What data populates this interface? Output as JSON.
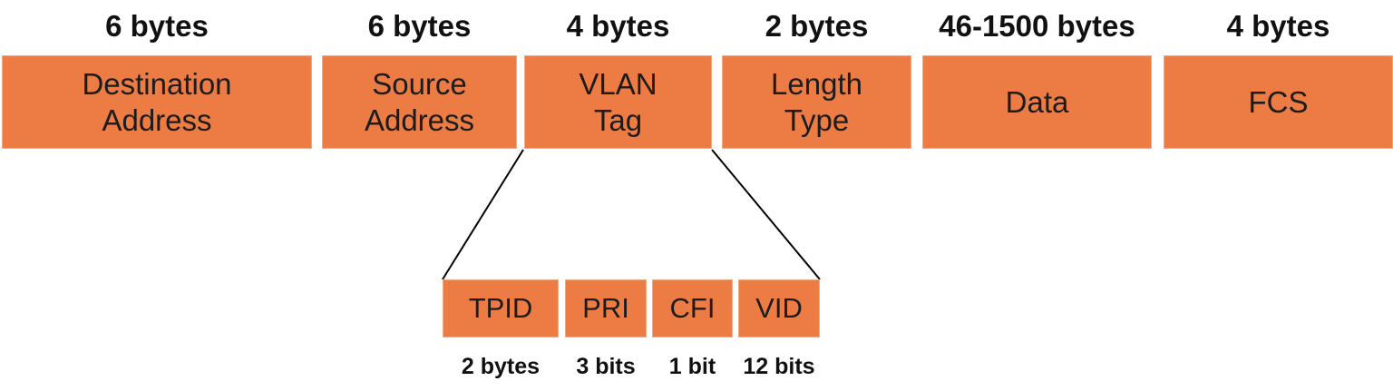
{
  "colors": {
    "box_fill": "#EC7B44",
    "text": "#1A1A1A",
    "line": "#000000"
  },
  "frame_fields": [
    {
      "size_label": "6 bytes",
      "name_lines": [
        "Destination",
        "Address"
      ]
    },
    {
      "size_label": "6 bytes",
      "name_lines": [
        "Source",
        "Address"
      ]
    },
    {
      "size_label": "4 bytes",
      "name_lines": [
        "VLAN",
        "Tag"
      ]
    },
    {
      "size_label": "2 bytes",
      "name_lines": [
        "Length",
        "Type"
      ]
    },
    {
      "size_label": "46-1500 bytes",
      "name_lines": [
        "Data"
      ]
    },
    {
      "size_label": "4 bytes",
      "name_lines": [
        "FCS"
      ]
    }
  ],
  "vlan_tag_fields": [
    {
      "name": "TPID",
      "size_label": "2 bytes"
    },
    {
      "name": "PRI",
      "size_label": "3 bits"
    },
    {
      "name": "CFI",
      "size_label": "1 bit"
    },
    {
      "name": "VID",
      "size_label": "12 bits"
    }
  ]
}
